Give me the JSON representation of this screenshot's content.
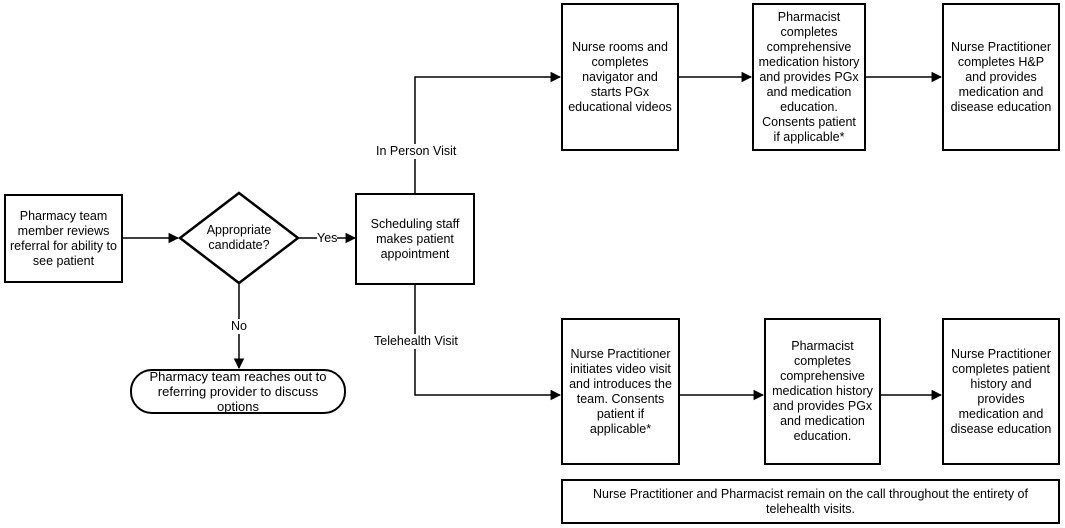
{
  "nodes": {
    "review_referral": "Pharmacy team member reviews referral for ability to see patient",
    "appropriate_candidate": "Appropriate candidate?",
    "pharmacy_outreach": "Pharmacy team reaches out to referring provider to discuss options",
    "scheduling": "Scheduling staff makes patient appointment",
    "ip_nurse": "Nurse rooms and completes navigator and starts PGx educational videos",
    "ip_pharmacist": "Pharmacist completes comprehensive medication history and provides PGx and medication education.  Consents patient if applicable*",
    "ip_np": "Nurse Practitioner completes H&P and provides medication and disease education",
    "th_np_video": "Nurse Practitioner initiates video visit and introduces the team.  Consents patient if applicable*",
    "th_pharmacist": "Pharmacist completes comprehensive medication history and provides PGx and medication education.",
    "th_np_history": "Nurse Practitioner completes patient history and provides medication and disease education",
    "note": "Nurse Practitioner and Pharmacist remain on the call throughout the entirety of telehealth visits."
  },
  "edge_labels": {
    "yes": "Yes",
    "no": "No",
    "in_person": "In Person Visit",
    "telehealth": "Telehealth Visit"
  }
}
